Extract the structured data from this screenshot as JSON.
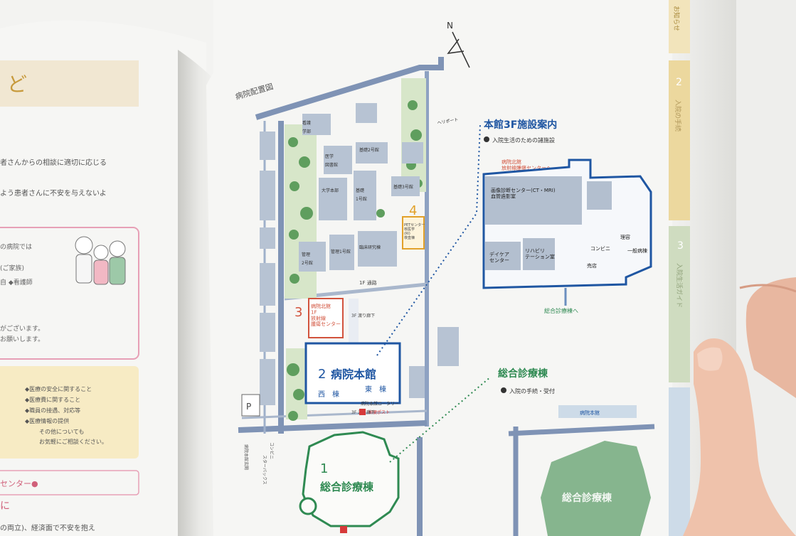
{
  "colors": {
    "paper": "#f5f5f3",
    "map_road": "#7f93b5",
    "building": "#b3bfcf",
    "green": "#5f9e5e",
    "main_blue": "#1f56a2",
    "general_green": "#2f8a52",
    "north_red": "#d2533d",
    "pet_orange": "#e2a12a",
    "sidebar_yellow": "#ecd89e",
    "sidebar_green": "#cfdcc0",
    "sidebar_blue": "#cddbe8",
    "post_red": "#d63a3a"
  },
  "left_page": {
    "heading_char": "ど",
    "lines": [
      "者さんからの相談に適切に応じる",
      "よう患者さんに不安を与えないよ",
      "の病院では",
      "(ご家族)",
      "自 ◆看護師",
      "がございます。",
      "お願いします。",
      "◆医療の安全に関すること",
      "◆医療費に関すること",
      "◆職員の接遇、対応等",
      "◆医療情報の提供",
      "その他についても",
      "お気軽にご相談ください。",
      "センター●",
      "に",
      "の両立)、経済面で不安を抱え"
    ]
  },
  "map": {
    "title": "病院配置図",
    "north": "N",
    "heliport": "ヘリポート",
    "buildings": {
      "kiso2": "基礎2号館",
      "kiso3": "基礎3号館",
      "kiso1": "基礎\n1号館",
      "igaku_tosho": "医学\n図書館",
      "daigaku_honbu": "大学本部",
      "kango_gakubu": "看護\n学部",
      "kanri2": "管理\n2号館",
      "kanri1": "管理1号館",
      "rinsho": "臨床研究棟",
      "pet": "PETセンター\n核医学\n(RI)\n検査棟",
      "north_bldg": "病院北館\n1F\n放射線\n腫瘍センター",
      "main_bldg": "病院本館",
      "west": "西　棟",
      "east": "東　棟",
      "general_bldg": "総合診療棟"
    },
    "numbers": {
      "general": "1",
      "main": "2",
      "north": "3",
      "pet": "4"
    },
    "corridors": {
      "f1": "1F 通路",
      "f3_a": "3F 渡り廊下",
      "f3_b": "3F 渡り廊下"
    },
    "rotary": "病院本館ロータリー",
    "post": "郵便ポスト",
    "parking": "P",
    "side_labels": [
      "コンビニ",
      "スターバックス",
      "病院本館玄関"
    ]
  },
  "floor_3f": {
    "title": "本館3F施設案内",
    "subtitle": "入院生活のための諸施設",
    "sign": "病院北館\n放射線腫瘍センターへ",
    "rooms": {
      "imaging": "画像診断センター(CT・MRI)\n血管造影室",
      "daycare": "デイケア\nセンター",
      "rehab": "リハビリ\nテーション室",
      "konbini": "コンビニ",
      "barber": "理容",
      "shop": "売店",
      "ward": "一般病棟"
    },
    "to_general": "総合診療棟へ"
  },
  "general_section": {
    "title": "総合診療棟",
    "subtitle": "入院の手続・受付",
    "tag": "病院本館",
    "bldg_label": "総合診療棟"
  },
  "sidebar_tabs": [
    {
      "num": "",
      "label": "お知らせ"
    },
    {
      "num": "2",
      "label": "入院の手続"
    },
    {
      "num": "3",
      "label": "入院生活ガイド"
    }
  ]
}
